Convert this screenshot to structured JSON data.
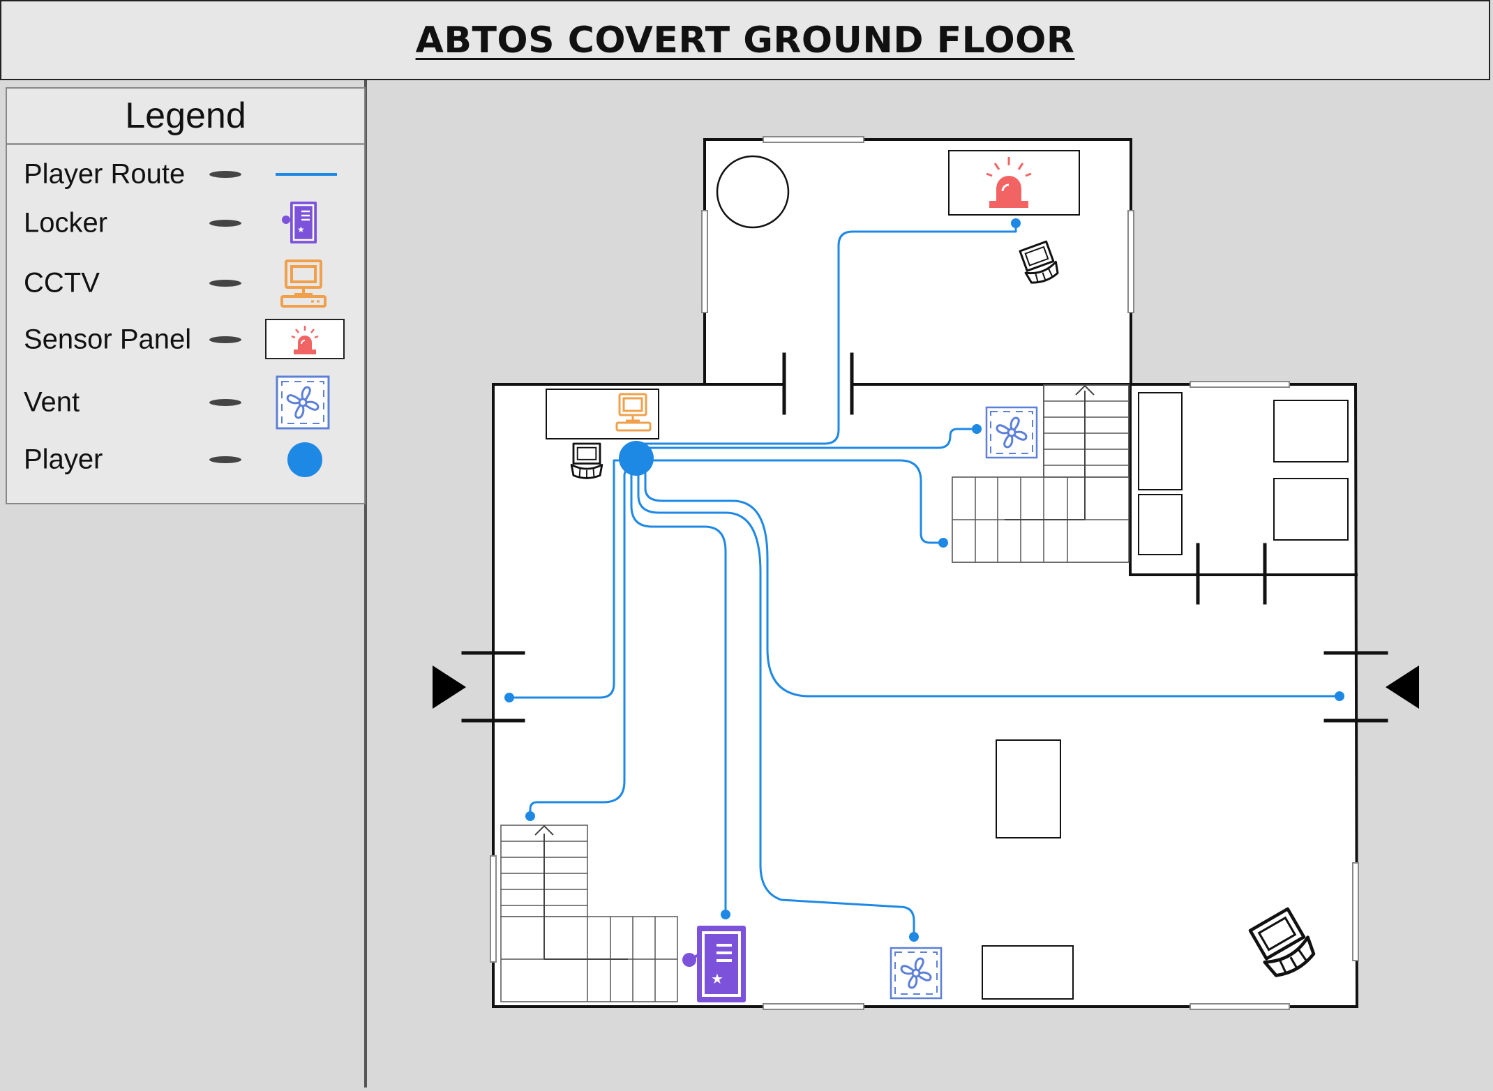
{
  "title": "ABTOS COVERT GROUND FLOOR",
  "legend": {
    "title": "Legend",
    "items": [
      {
        "label": "Player Route",
        "icon": "route-line"
      },
      {
        "label": "Locker",
        "icon": "locker-icon"
      },
      {
        "label": "CCTV",
        "icon": "cctv-computer-icon"
      },
      {
        "label": "Sensor Panel",
        "icon": "alarm-siren-icon"
      },
      {
        "label": "Vent",
        "icon": "fan-vent-icon"
      },
      {
        "label": "Player",
        "icon": "player-dot"
      }
    ]
  },
  "colors": {
    "route": "#1e88e5",
    "locker": "#7b52d9",
    "cctv": "#f0a04b",
    "sensor": "#f26464",
    "vent": "#5c7fd8",
    "player": "#1e88e5",
    "wall": "#111111",
    "floor": "#ffffff",
    "background": "#d9d9d9"
  }
}
